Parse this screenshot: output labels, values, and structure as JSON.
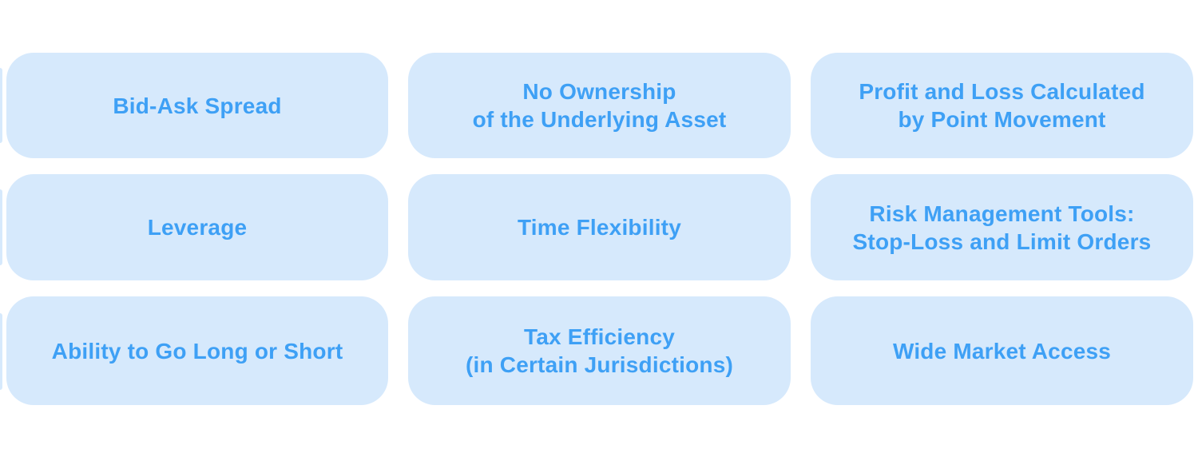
{
  "colors": {
    "page_bg": "#ffffff",
    "card_bg": "#d6e9fc",
    "card_text": "#3ea0f5"
  },
  "cards": [
    {
      "label": "Bid-Ask Spread"
    },
    {
      "label": "No Ownership\nof the Underlying Asset"
    },
    {
      "label": "Profit and Loss Calculated\nby Point Movement"
    },
    {
      "label": "Leverage"
    },
    {
      "label": "Time Flexibility"
    },
    {
      "label": "Risk Management Tools:\nStop-Loss and Limit Orders"
    },
    {
      "label": "Ability to Go Long or Short"
    },
    {
      "label": "Tax Efficiency\n(in Certain Jurisdictions)"
    },
    {
      "label": "Wide Market Access"
    }
  ]
}
